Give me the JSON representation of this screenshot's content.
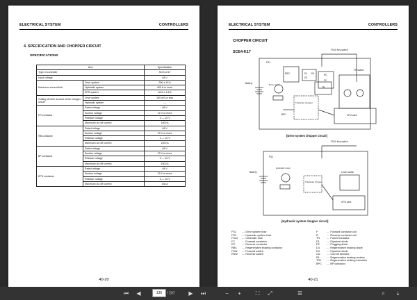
{
  "left": {
    "header_left": "ELECTRICAL SYSTEM",
    "header_right": "CONTROLLERS",
    "section_title": "4.  SPECIFICATION AND CHOPPER CIRCUIT",
    "subsection_title": "SPECIFICATIONS",
    "table_headers": [
      "Item",
      "",
      "Specification"
    ],
    "rows": [
      {
        "group": "Type of controller",
        "item": "",
        "spec": "SCE4-K17"
      },
      {
        "group": "Input voltage",
        "item": "",
        "spec": "48 V"
      },
      {
        "group": "Maximum current limit",
        "item": "Drive system",
        "spec": "300 ± 15 A"
      },
      {
        "group": "",
        "item": "Hydraulic system",
        "spec": "400 A or more"
      },
      {
        "group": "",
        "item": "EPS system",
        "spec": "38.6 ± 1.8 A"
      },
      {
        "group": "Cutting off time at short of the chopper circuit",
        "item": "Drive system",
        "spec": "150 mS or less"
      },
      {
        "group": "",
        "item": "Hydraulic system",
        "spec": "—"
      },
      {
        "group": "FR contactor",
        "item": "Rated voltage",
        "spec": "48 V"
      },
      {
        "group": "",
        "item": "Suction voltage",
        "spec": "20 V or more"
      },
      {
        "group": "",
        "item": "Release voltage",
        "spec": "3 — 15 V"
      },
      {
        "group": "",
        "item": "Maximum cut off current",
        "spec": "1000 A"
      },
      {
        "group": "RB contactor",
        "item": "Rated voltage",
        "spec": "48 V"
      },
      {
        "group": "",
        "item": "Suction voltage",
        "spec": "20 V or more"
      },
      {
        "group": "",
        "item": "Release voltage",
        "spec": "3 — 15 V"
      },
      {
        "group": "",
        "item": "Maximum cut off current",
        "spec": "1000 A"
      },
      {
        "group": "BP contactor",
        "item": "Rated voltage",
        "spec": "48 V"
      },
      {
        "group": "",
        "item": "Suction voltage",
        "spec": "20 V or more"
      },
      {
        "group": "",
        "item": "Release voltage",
        "spec": "3 — 15 V"
      },
      {
        "group": "",
        "item": "Maximum cut off current",
        "spec": "1000 A"
      },
      {
        "group": "EPS contactor",
        "item": "Rated voltage",
        "spec": "48 V"
      },
      {
        "group": "",
        "item": "Suction voltage",
        "spec": "20 V or more"
      },
      {
        "group": "",
        "item": "Release voltage",
        "spec": "3 — 15 V"
      },
      {
        "group": "",
        "item": "Maximum cut off current",
        "spec": "136 A"
      }
    ],
    "page_number": "40-20"
  },
  "right": {
    "header_left": "ELECTRICAL SYSTEM",
    "header_right": "CONTROLLERS",
    "title": "CHOPPER CIRCUIT",
    "model": "SCE4-K17",
    "drive_caption": "[Drive system chopper circuit]",
    "hydraulic_caption": "[Hydraulic system chopper circuit]",
    "labels": {
      "fs10_key": "FS10 Key switch",
      "fs10_key2": "FS10 Key switch",
      "battery": "Battery",
      "battery2": "Battery",
      "fr_switch": "FR switch",
      "drive_motor": "Drive motor",
      "transistor_chopper": "Transistor chopper",
      "transistor_chopper2": "Transistor chopper",
      "cpu_card": "CPU card",
      "cpu_card2": "CPU card",
      "hydraulic_motor": "Hydraulic motor",
      "lever_switch": "Lever switch",
      "fs1": "FS1",
      "fs2": "FS2",
      "rbc": "RBC",
      "rc": "RC",
      "d1": "D1",
      "d4": "D4",
      "tr": "TR",
      "bpc": "BPC",
      "fc": "FC",
      "d2": "D2"
    },
    "legend_left": [
      {
        "code": "FS1",
        "desc": "Drive system fuse"
      },
      {
        "code": "FS2",
        "desc": "Hydraulic system fuse"
      },
      {
        "code": "FS10",
        "desc": "Controller fuse"
      },
      {
        "code": "FC",
        "desc": "Forward contactor"
      },
      {
        "code": "RC",
        "desc": "Reverse contactor"
      },
      {
        "code": "RBC",
        "desc": "Regenerative braking contactor"
      },
      {
        "code": "FSW",
        "desc": "Forward switch"
      },
      {
        "code": "RSW",
        "desc": "Reverse switch"
      }
    ],
    "legend_right": [
      {
        "code": "F",
        "desc": "Forward contactor coil"
      },
      {
        "code": "R",
        "desc": "Reverse contactor coil"
      },
      {
        "code": "TR",
        "desc": "Power transistor"
      },
      {
        "code": "D1",
        "desc": "Flywheel diode"
      },
      {
        "code": "D2",
        "desc": "Plugging diode"
      },
      {
        "code": "D3",
        "desc": "Regenerative braking diode"
      },
      {
        "code": "D4",
        "desc": "Flywheel diode"
      },
      {
        "code": "CD",
        "desc": "Current detector"
      },
      {
        "code": "R1",
        "desc": "Regenerative braking resistor"
      },
      {
        "code": "TR1",
        "desc": "Regenerative braking transistor"
      },
      {
        "code": "BPC",
        "desc": "BP contactor"
      }
    ],
    "page_number": "40-21"
  },
  "toolbar": {
    "current_page": "135",
    "total_pages": "/ 207"
  }
}
